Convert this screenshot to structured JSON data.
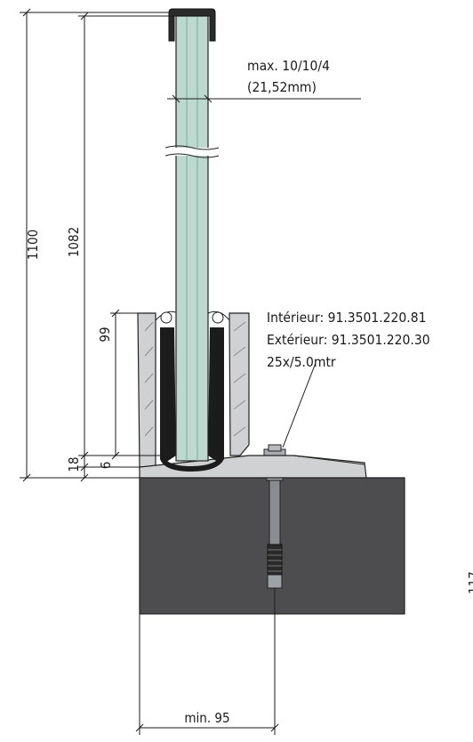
{
  "dimensions": {
    "total_height": "1100",
    "glass_height": "1082",
    "profile_height": "99",
    "base_height": "18",
    "offset": "6",
    "min_edge": "min. 95",
    "cut_off_label": "117"
  },
  "glass_spec": {
    "line1": "max. 10/10/4",
    "line2": "(21,52mm)"
  },
  "profile_spec": {
    "interior": "Intérieur: 91.3501.220.81",
    "exterior": "Extérieur: 91.3501.220.30",
    "length": "25x/5.0mtr"
  },
  "colors": {
    "concrete": "#4d4d4f",
    "aluminium": "#cfd1d2",
    "glass": "#bcd9cf",
    "gasket": "#1c1c1c"
  }
}
